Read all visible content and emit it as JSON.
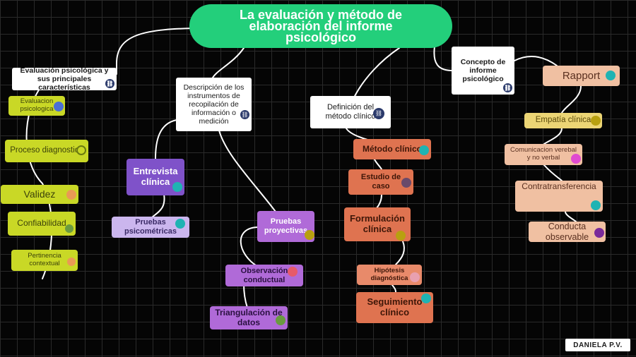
{
  "title": {
    "line1": "La evaluación y método de",
    "line2": "elaboración del informe",
    "line3": "psicológico"
  },
  "colors": {
    "background": "#050505",
    "title": "#23cf7b",
    "lime": "#c9d826",
    "purple": "#7f52c9",
    "lavender": "#cbb6ee",
    "orange": "#df7350",
    "peach": "#f0c0a2"
  },
  "branches": {
    "evaluacion": {
      "label": "Evaluación psicológica y sus principales características",
      "items": [
        "Evaluacion psicologica",
        "Proceso diagnostico",
        "Validez",
        "Confiabilidad",
        "Pertinencia contextual"
      ]
    },
    "descripcion": {
      "label": "Descripción de los instrumentos de recopilación de información o medición",
      "items": [
        "Entrevista clínica",
        "Pruebas psicométricas",
        "Pruebas proyectivas",
        "Observación conductual",
        "Triangulación de datos"
      ]
    },
    "definicion": {
      "label": "Definición del método clínico",
      "items": [
        "Método clínico",
        "Estudio de caso",
        "Formulación clínica",
        "Hipótesis diagnóstica",
        "Seguimiento clínico"
      ]
    },
    "concepto": {
      "label": "Concepto de informe psicológico",
      "items": [
        "Rapport",
        "Empatía clínica",
        "Comunicacion verebal y no verbal",
        "Contratransferencia",
        "Conducta observable"
      ]
    }
  },
  "signature": "DANIELA P.V.",
  "icons": {
    "link": "link-icon"
  }
}
